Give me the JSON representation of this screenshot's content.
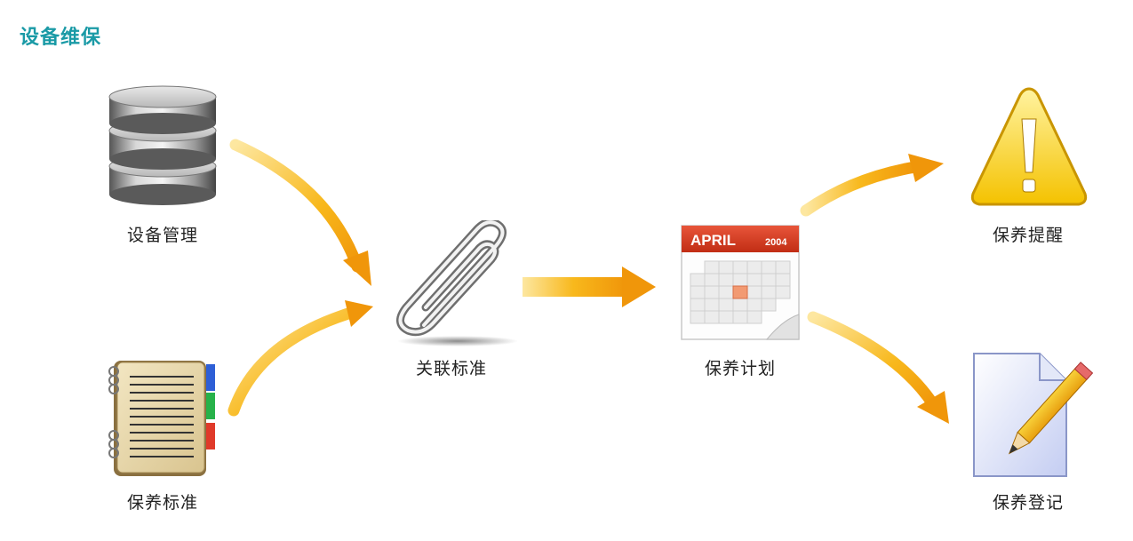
{
  "page": {
    "title": "设备维保"
  },
  "nodes": {
    "equipment": {
      "label": "设备管理",
      "icon": "database-icon"
    },
    "standard": {
      "label": "保养标准",
      "icon": "notebook-icon"
    },
    "link": {
      "label": "关联标准",
      "icon": "paperclip-icon"
    },
    "plan": {
      "label": "保养计划",
      "icon": "calendar-icon",
      "month": "APRIL",
      "year": "2004"
    },
    "reminder": {
      "label": "保养提醒",
      "icon": "warning-icon"
    },
    "record": {
      "label": "保养登记",
      "icon": "document-pencil-icon"
    }
  },
  "colors": {
    "title": "#1a9aa6",
    "arrow": "#f5a510",
    "calendar_header": "#d23a1e"
  }
}
